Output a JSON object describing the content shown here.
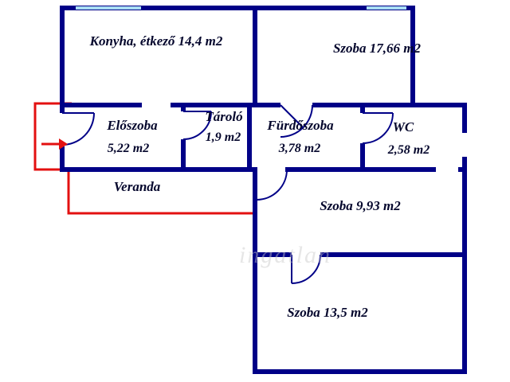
{
  "floorplan": {
    "watermark": "ingatlan",
    "colors": {
      "wall": "#000087",
      "window": "#a9ddf3",
      "entrance_red": "#e31010",
      "label_text": "#04062c",
      "watermark_gray": "#c9c9c9",
      "background": "#ffffff"
    },
    "rooms": {
      "konyha": {
        "label": "Konyha, étkező 14,4 m2"
      },
      "szoba_felso": {
        "label": "Szoba 17,66 m2"
      },
      "eloszoba": {
        "name": "Előszoba",
        "area": "5,22 m2"
      },
      "tarolo": {
        "name": "Tároló",
        "area": "1,9 m2"
      },
      "furdoszoba": {
        "name": "Fürdőszoba",
        "area": "3,78 m2"
      },
      "wc": {
        "name": "WC",
        "area": "2,58 m2"
      },
      "veranda": {
        "label": "Veranda"
      },
      "szoba_kozepso": {
        "label": "Szoba 9,93 m2"
      },
      "szoba_also": {
        "label": "Szoba 13,5 m2"
      }
    }
  }
}
